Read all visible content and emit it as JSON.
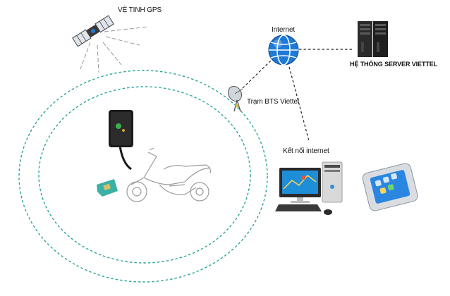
{
  "labels": {
    "satellite": "VỆ TINH GPS",
    "internet": "Internet",
    "server": "HỆ THỐNG SERVER VIETTEL",
    "bts": "Trạm BTS Viettel",
    "connection": "Kết nối internet"
  },
  "colors": {
    "orbit": "#2aa59a",
    "link": "#222222",
    "globe": "#1f7ad6",
    "server": "#2b2b2b",
    "screen": "#1e8ed8",
    "sim": "#3bb0a4",
    "phone_screen": "#2a86e0"
  },
  "icons": [
    "satellite-icon",
    "globe-icon",
    "server-icon",
    "bts-antenna-icon",
    "gps-tracker-icon",
    "sim-card-icon",
    "motorbike-icon",
    "desktop-computer-icon",
    "smartphone-icon"
  ]
}
